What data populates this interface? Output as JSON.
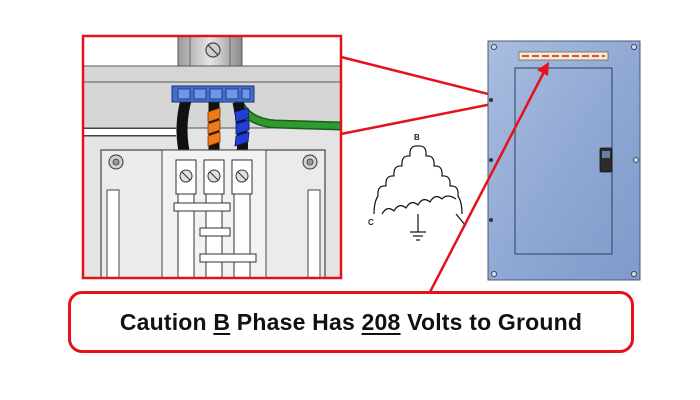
{
  "delta_diagram": {
    "label_top": "B",
    "label_left": "C"
  },
  "caption": {
    "prefix": "Caution ",
    "phase": "B",
    "middle": " Phase Has ",
    "volts": "208",
    "suffix": " Volts to Ground"
  },
  "colors": {
    "highlight": "#e5121a",
    "panel_blue": "#8fa9d4",
    "conn_blue": "#3f6fd0",
    "wire_orange": "#f07a1a",
    "wire_blue": "#1f3fd6",
    "wire_green": "#2a8a2a",
    "wire_black": "#111111"
  }
}
